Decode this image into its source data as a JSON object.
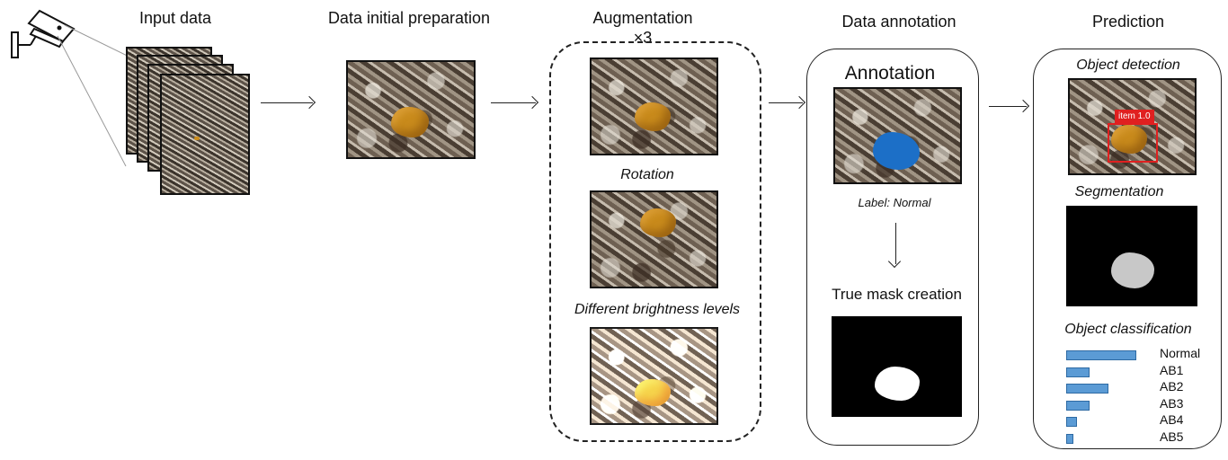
{
  "stages": {
    "input": "Input data",
    "prep": "Data initial preparation",
    "aug": "Augmentation",
    "aug_mult": "×3",
    "annot": "Data annotation",
    "pred": "Prediction"
  },
  "augmentation": {
    "rotation": "Rotation",
    "brightness": "Different brightness levels"
  },
  "annotation": {
    "title": "Annotation",
    "label": "Label: Normal",
    "mask": "True mask creation"
  },
  "prediction": {
    "detection": "Object detection",
    "detection_box": "item 1.0",
    "segmentation": "Segmentation",
    "classification": "Object classification"
  },
  "chart_data": {
    "type": "bar",
    "categories": [
      "Normal",
      "AB1",
      "AB2",
      "AB3",
      "AB4",
      "AB5"
    ],
    "values": [
      1.0,
      0.33,
      0.6,
      0.33,
      0.15,
      0.1
    ],
    "title": "Object classification",
    "xlabel": "",
    "ylabel": "",
    "ylim": [
      0,
      1
    ]
  },
  "colors": {
    "accent_blue": "#1c6fc7",
    "bar_blue": "#5b9bd5",
    "detect_red": "#e02020",
    "blob_orange": "#c98b1c"
  },
  "icons": {
    "camera": "cctv-camera-icon"
  }
}
